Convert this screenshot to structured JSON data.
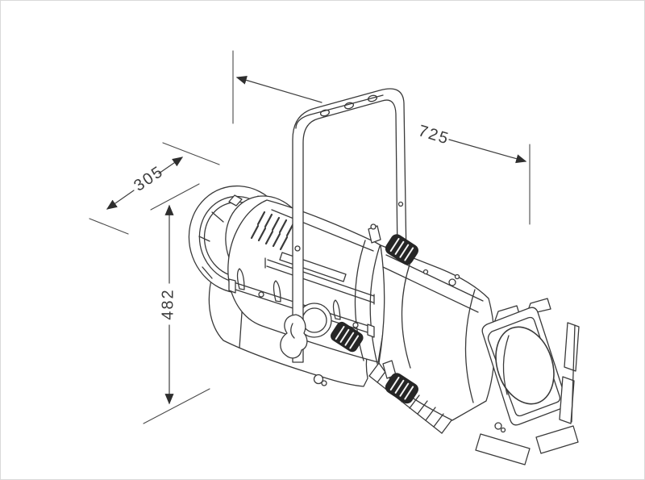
{
  "canvas": {
    "background": "#ffffff",
    "border_color": "#d9d9d9",
    "line_color": "#3a3a3a",
    "arrow_color": "#2e2e2e"
  },
  "illustration": {
    "name": "ellipsoidal-profile-spotlight-isometric-line-drawing"
  },
  "dimensions": {
    "width": {
      "label": "725"
    },
    "depth": {
      "label": "305"
    },
    "height": {
      "label": "482"
    }
  }
}
